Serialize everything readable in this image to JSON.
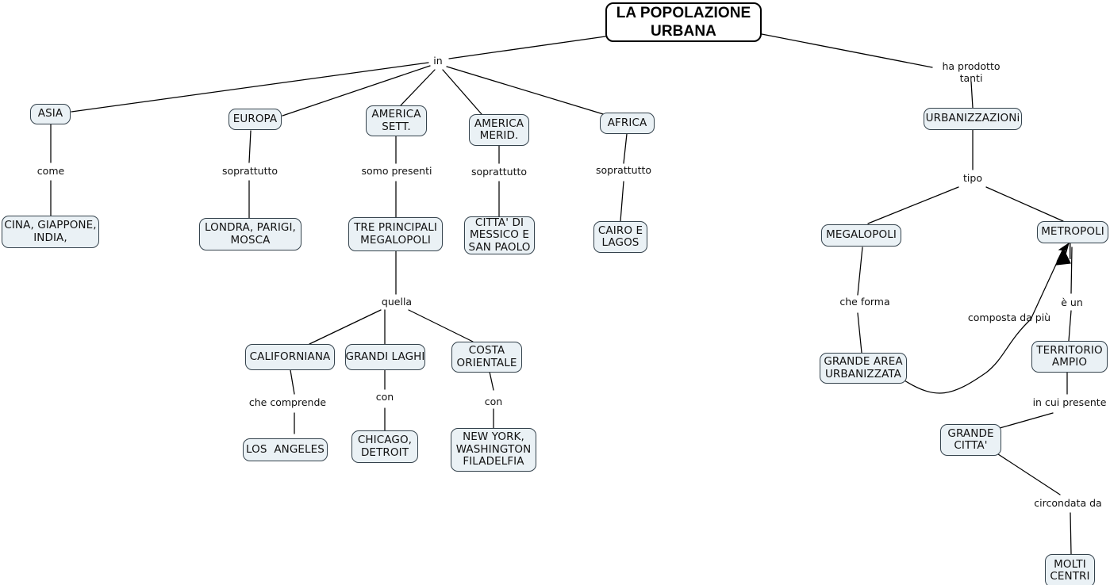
{
  "map": {
    "title_node": "LA POPOLAZIONE\nURBANA",
    "nodes": [
      {
        "id": "asia",
        "label": "ASIA"
      },
      {
        "id": "europa",
        "label": "EUROPA"
      },
      {
        "id": "america-sett",
        "label": "AMERICA\nSETT."
      },
      {
        "id": "america-merid",
        "label": "AMERICA\nMERID."
      },
      {
        "id": "africa",
        "label": "AFRICA"
      },
      {
        "id": "cina",
        "label": "CINA, GIAPPONE,\nINDIA,"
      },
      {
        "id": "londra",
        "label": "LONDRA, PARIGI,\nMOSCA"
      },
      {
        "id": "tre-megalopoli",
        "label": "TRE PRINCIPALI\nMEGALOPOLI"
      },
      {
        "id": "citta-messico",
        "label": "CITTA' DI\nMESSICO E\nSAN PAOLO"
      },
      {
        "id": "cairo",
        "label": "CAIRO E\nLAGOS"
      },
      {
        "id": "californiana",
        "label": "CALIFORNIANA"
      },
      {
        "id": "grandi-laghi",
        "label": "GRANDI LAGHI"
      },
      {
        "id": "costa-orientale",
        "label": "COSTA\nORIENTALE"
      },
      {
        "id": "los-angeles",
        "label": "LOS  ANGELES"
      },
      {
        "id": "chicago",
        "label": "CHICAGO,\nDETROIT"
      },
      {
        "id": "new-york",
        "label": "NEW YORK,\nWASHINGTON\nFILADELFIA"
      },
      {
        "id": "urbanizzazioni",
        "label": "URBANIZZAZIONi"
      },
      {
        "id": "megalopoli",
        "label": "MEGALOPOLI"
      },
      {
        "id": "metropoli",
        "label": "METROPOLI"
      },
      {
        "id": "grande-area",
        "label": "GRANDE AREA\nURBANIZZATA"
      },
      {
        "id": "territorio",
        "label": "TERRITORIO\nAMPIO"
      },
      {
        "id": "grande-citta",
        "label": "GRANDE\nCITTA'"
      },
      {
        "id": "molti-centri",
        "label": "MOLTI\nCENTRI"
      }
    ],
    "link_labels": [
      {
        "id": "in",
        "text": "in"
      },
      {
        "id": "ha-prodotto",
        "text": "ha prodotto\ntanti"
      },
      {
        "id": "come",
        "text": "come"
      },
      {
        "id": "soprattutto-eu",
        "text": "soprattutto"
      },
      {
        "id": "somo-presenti",
        "text": "somo presenti"
      },
      {
        "id": "soprattutto-am",
        "text": "soprattutto"
      },
      {
        "id": "soprattutto-af",
        "text": "soprattutto"
      },
      {
        "id": "quella",
        "text": "quella"
      },
      {
        "id": "che-comprende",
        "text": "che comprende"
      },
      {
        "id": "con-laghi",
        "text": "con"
      },
      {
        "id": "con-costa",
        "text": "con"
      },
      {
        "id": "tipo",
        "text": "tipo"
      },
      {
        "id": "che-forma",
        "text": "che forma"
      },
      {
        "id": "composta-da-piu",
        "text": "composta da più"
      },
      {
        "id": "e-un",
        "text": "è un"
      },
      {
        "id": "in-cui-presente",
        "text": "in cui presente"
      },
      {
        "id": "circondata-da",
        "text": "circondata da"
      }
    ],
    "colors": {
      "node_fill": "#eaf1f5",
      "node_border": "#35434d",
      "title_fill": "#ffffff",
      "title_border": "#000000",
      "edge": "#000000",
      "text": "#111111",
      "background": "#ffffff"
    },
    "cursor": {
      "name": "mouse-pointer"
    }
  }
}
